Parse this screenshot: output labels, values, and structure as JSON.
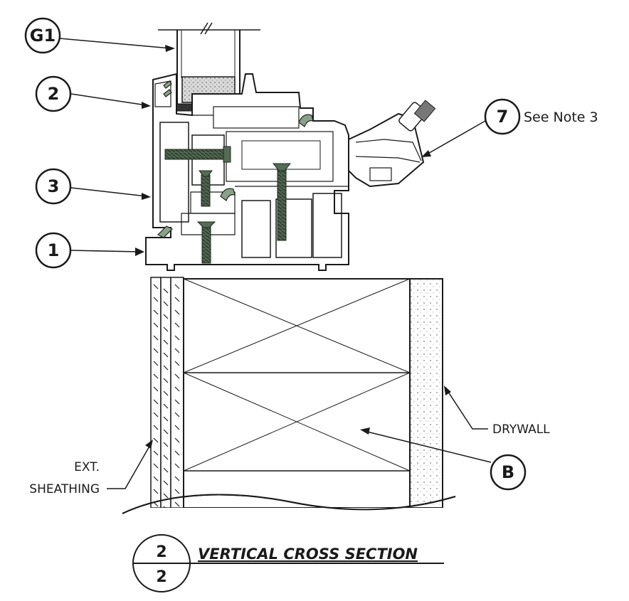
{
  "callouts": {
    "glazing": "G1",
    "part_2": "2",
    "part_3": "3",
    "part_1": "1",
    "part_7": "7",
    "blocking": "B"
  },
  "notes": {
    "part_7_note": "See Note 3"
  },
  "labels": {
    "drywall": "DRYWALL",
    "ext_line1": "EXT.",
    "ext_line2": "SHEATHING"
  },
  "title_block": {
    "detail_number": "2",
    "sheet_number": "2",
    "title": "VERTICAL CROSS SECTION"
  },
  "colors": {
    "line": "#1a1a1a",
    "screw": "#556b55",
    "gasket": "#8aa08a"
  }
}
